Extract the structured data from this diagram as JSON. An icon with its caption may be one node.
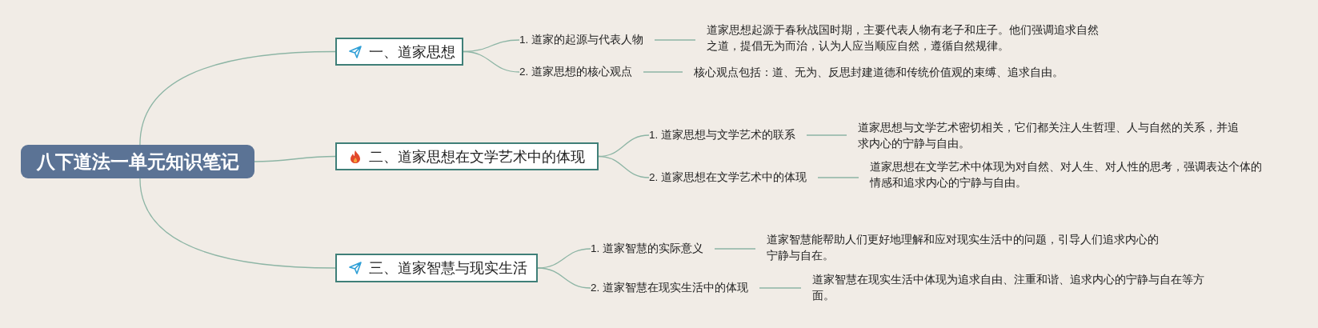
{
  "diagram": {
    "nodes": [
      {
        "text": [
          "八下道法一单元知识笔记"
        ]
      },
      {
        "text": [
          "一、道家思想"
        ]
      },
      {
        "text": [
          "1. 道家的起源与代表人物"
        ]
      },
      {
        "text": [
          "道家思想起源于春秋战国时期，主要代表人物有老子和庄子。他们强调追求自然之道，提倡无为而治，认为人应当顺应自然，遵循自然规律。"
        ]
      },
      {
        "text": [
          "2. 道家思想的核心观点"
        ]
      },
      {
        "text": [
          "核心观点包括：道、无为、反思封建道德和传统价值观的束缚、追求自由。"
        ]
      },
      {
        "text": [
          "二、道家思想在文学艺术中的体现"
        ]
      },
      {
        "text": [
          "1. 道家思想与文学艺术的联系"
        ]
      },
      {
        "text": [
          "道家思想与文学艺术密切相关，它们都关注人生哲理、人与自然的关系，并追求内心的宁静与自由。"
        ]
      },
      {
        "text": [
          "2. 道家思想在文学艺术中的体现"
        ]
      },
      {
        "text": [
          "道家思想在文学艺术中体现为对自然、对人生、对人性的思考，强调表达个体的情感和追求内心的宁静与自由。"
        ]
      },
      {
        "text": [
          "三、道家智慧与现实生活"
        ]
      },
      {
        "text": [
          "1. 道家智慧的实际意义"
        ]
      },
      {
        "text": [
          "道家智慧能帮助人们更好地理解和应对现实生活中的问题，引导人们追求内心的宁静与自在。"
        ]
      },
      {
        "text": [
          "2. 道家智慧在现实生活中的体现"
        ]
      },
      {
        "text": [
          "道家智慧在现实生活中体现为追求自由、注重和谐、追求内心的宁静与自在等方面。"
        ]
      }
    ],
    "edges": [
      {
        "from": 0,
        "to": 1,
        "arrow": "none"
      },
      {
        "from": 0,
        "to": 6,
        "arrow": "none"
      },
      {
        "from": 0,
        "to": 11,
        "arrow": "none"
      },
      {
        "from": 1,
        "to": 2,
        "arrow": "none"
      },
      {
        "from": 1,
        "to": 4,
        "arrow": "none"
      },
      {
        "from": 2,
        "to": 3,
        "arrow": "none"
      },
      {
        "from": 4,
        "to": 5,
        "arrow": "none"
      },
      {
        "from": 6,
        "to": 7,
        "arrow": "none"
      },
      {
        "from": 6,
        "to": 9,
        "arrow": "none"
      },
      {
        "from": 7,
        "to": 8,
        "arrow": "none"
      },
      {
        "from": 9,
        "to": 10,
        "arrow": "none"
      },
      {
        "from": 11,
        "to": 12,
        "arrow": "none"
      },
      {
        "from": 11,
        "to": 14,
        "arrow": "none"
      },
      {
        "from": 12,
        "to": 13,
        "arrow": "none"
      },
      {
        "from": 14,
        "to": 15,
        "arrow": "none"
      }
    ]
  }
}
